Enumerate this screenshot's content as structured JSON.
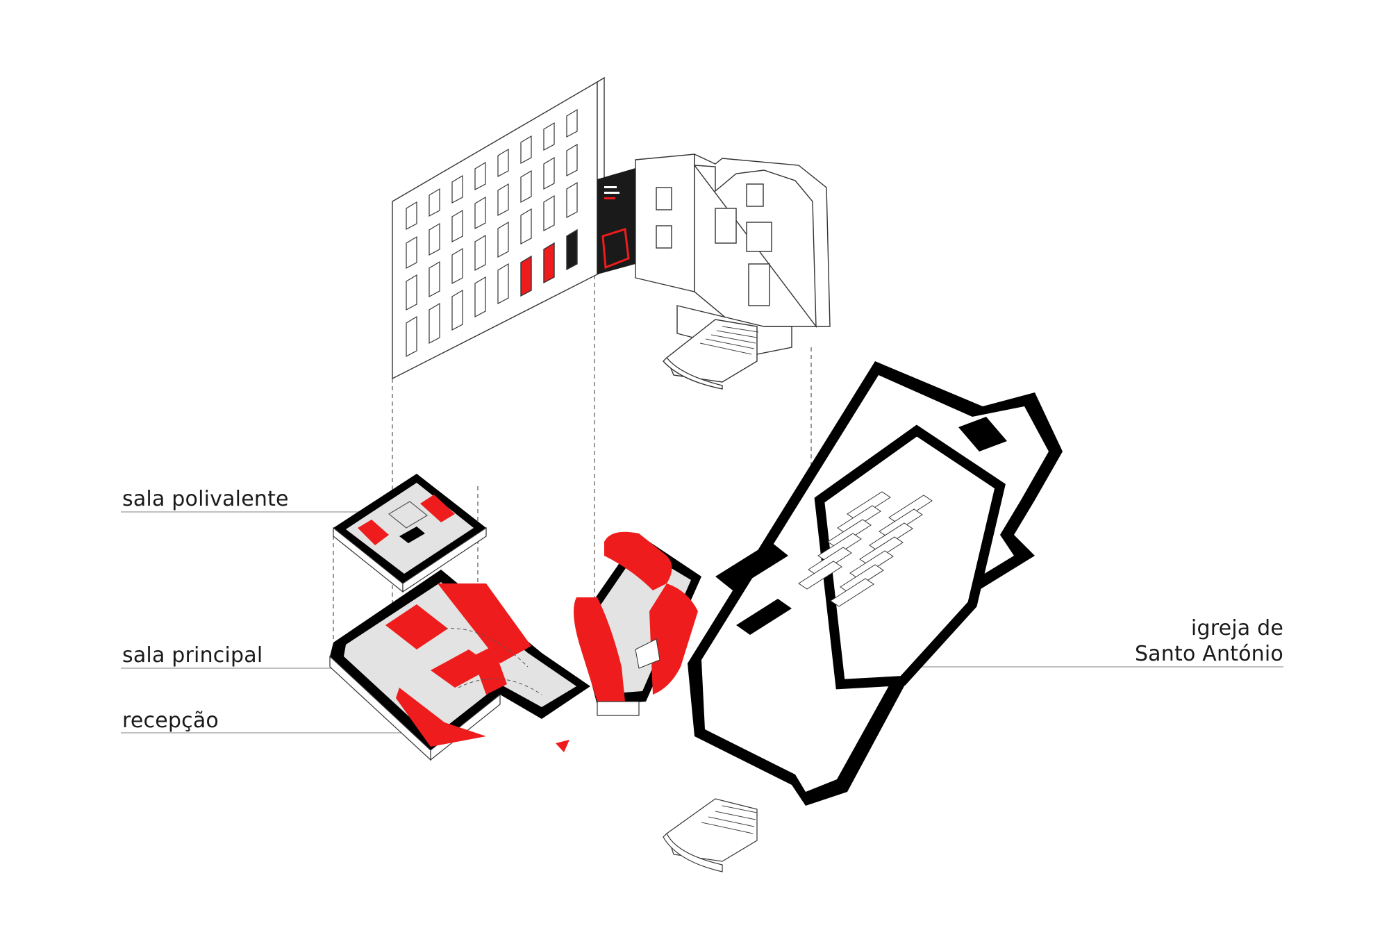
{
  "labels": {
    "sala_polivalente": "sala polivalente",
    "sala_principal": "sala principal",
    "recepcao": "recepção",
    "igreja_line1": "igreja de",
    "igreja_line2": "Santo António"
  },
  "colors": {
    "accent": "#ee1c1c",
    "wall": "#000000",
    "floor": "#e3e3e3",
    "line": "#444444",
    "leader": "#9a9a9a"
  }
}
